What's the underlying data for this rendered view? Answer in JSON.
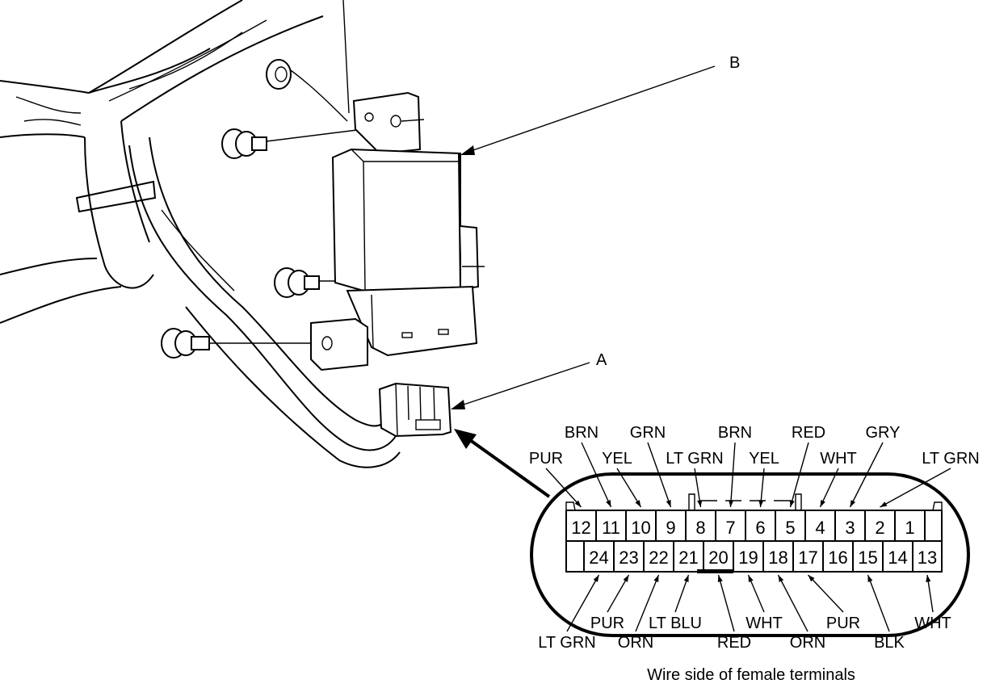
{
  "callouts": {
    "a": "A",
    "b": "B"
  },
  "caption": "Wire side of female terminals",
  "connector": {
    "top_row": [
      "12",
      "11",
      "10",
      "9",
      "8",
      "7",
      "6",
      "5",
      "4",
      "3",
      "2",
      "1"
    ],
    "bottom_row": [
      "24",
      "23",
      "22",
      "21",
      "20",
      "19",
      "18",
      "17",
      "16",
      "15",
      "14",
      "13"
    ]
  },
  "wire_labels_top": [
    {
      "pin": "12",
      "color": "PUR"
    },
    {
      "pin": "11",
      "color": "BRN"
    },
    {
      "pin": "10",
      "color": "YEL"
    },
    {
      "pin": "9",
      "color": "GRN"
    },
    {
      "pin": "8",
      "color": "LT GRN"
    },
    {
      "pin": "7",
      "color": "BRN"
    },
    {
      "pin": "6",
      "color": "YEL"
    },
    {
      "pin": "5",
      "color": "RED"
    },
    {
      "pin": "4",
      "color": "WHT"
    },
    {
      "pin": "3",
      "color": "GRY"
    },
    {
      "pin": "2",
      "color": "LT GRN"
    }
  ],
  "wire_labels_bottom": [
    {
      "pin": "24",
      "color": "LT GRN"
    },
    {
      "pin": "23",
      "color": "PUR"
    },
    {
      "pin": "22",
      "color": "ORN"
    },
    {
      "pin": "21",
      "color": "LT BLU"
    },
    {
      "pin": "20",
      "color": "RED"
    },
    {
      "pin": "19",
      "color": "WHT"
    },
    {
      "pin": "18",
      "color": "ORN"
    },
    {
      "pin": "17",
      "color": "PUR"
    },
    {
      "pin": "15",
      "color": "BLK"
    },
    {
      "pin": "13",
      "color": "WHT"
    }
  ]
}
